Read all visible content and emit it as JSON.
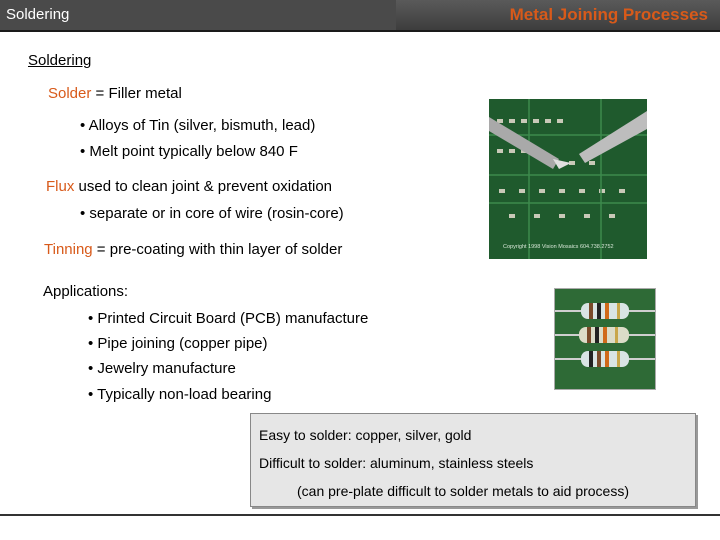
{
  "header": {
    "left_title": "Soldering",
    "right_title": "Metal Joining Processes"
  },
  "section_title": "Soldering",
  "solder": {
    "term": "Solder",
    "definition": " = Filler metal",
    "bullets": [
      "• Alloys of Tin (silver, bismuth, lead)",
      "• Melt point typically below 840 F"
    ]
  },
  "flux": {
    "term": "Flux",
    "definition": " used to clean joint & prevent oxidation",
    "bullets": [
      "• separate or in core of wire (rosin-core)"
    ]
  },
  "tinning": {
    "term": "Tinning",
    "definition": " = pre-coating with thin layer of solder"
  },
  "applications": {
    "heading": "Applications:",
    "bullets": [
      "• Printed Circuit Board (PCB) manufacture",
      "• Pipe joining (copper pipe)",
      "• Jewelry manufacture",
      "• Typically non-load bearing"
    ]
  },
  "photos": {
    "pcb_caption": "Copyright 1998 Vision Mosaics 604.738.2752"
  },
  "note_box": {
    "easy": "Easy to solder: copper, silver, gold",
    "difficult": "Difficult to solder: aluminum, stainless steels",
    "preplate": "(can pre-plate difficult to solder metals to aid process)"
  },
  "colors": {
    "accent": "#d85a1a",
    "header_bg": "#4a4a4a"
  }
}
